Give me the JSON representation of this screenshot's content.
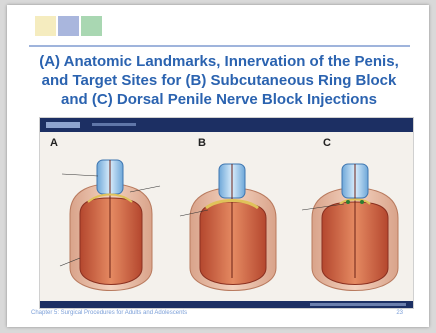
{
  "slide": {
    "title_line1": "(A) Anatomic Landmarks, Innervation of the Penis,",
    "title_line2": "and Target Sites for (B) Subcutaneous Ring Block",
    "title_line3": "and (C) Dorsal Penile Nerve Block Injections",
    "footer": "Chapter 5: Surgical Procedures for Adults and Adolescents",
    "page_number": "23"
  },
  "figure": {
    "panel_a": "A",
    "panel_b": "B",
    "panel_c": "C"
  },
  "colors": {
    "title": "#2b63b0",
    "accent_yellow": "#f5ecbf",
    "accent_blue": "#a9b6dd",
    "accent_green": "#a9d7b2",
    "figure_header": "#1c2f63"
  }
}
